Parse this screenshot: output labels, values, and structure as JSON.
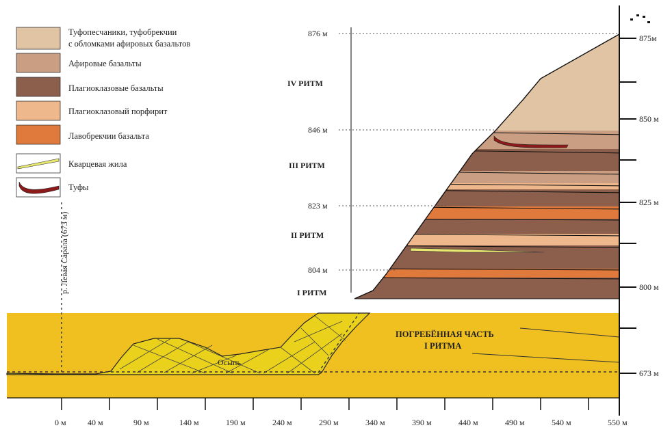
{
  "legend": [
    {
      "key": "tuff-sandstone",
      "lines": [
        "Туфопесчаники, туфобрекчии",
        "с обломками афировых базальтов"
      ],
      "color": "#e0c4a4"
    },
    {
      "key": "aphyric",
      "lines": [
        "Афировые базальты"
      ],
      "color": "#c99e83"
    },
    {
      "key": "plagioclase",
      "lines": [
        "Плагиоклазовые базальты"
      ],
      "color": "#8c5e4c"
    },
    {
      "key": "porphyrite",
      "lines": [
        "Плагиоклазовый порфирит"
      ],
      "color": "#efb88c"
    },
    {
      "key": "lava-breccia",
      "lines": [
        "Лавобрекчии базальта"
      ],
      "color": "#e07a3c"
    },
    {
      "key": "quartz-vein",
      "lines": [
        "Кварцевая жила"
      ],
      "color": "#e8e870"
    },
    {
      "key": "tuff",
      "lines": [
        "Туфы"
      ],
      "color": "#8c1a1a"
    }
  ],
  "depth_labels": [
    "876 м",
    "846 м",
    "823 м",
    "804 м"
  ],
  "rhythms": [
    "IV РИТМ",
    "III РИТМ",
    "II РИТМ",
    "I РИТМ"
  ],
  "elevation_labels": [
    "875м",
    "850 м",
    "825 м",
    "800 м",
    "673 м"
  ],
  "river_label": "р. Левая Сарала (673 м)",
  "scree_label": "Осыпь",
  "buried_label": [
    "ПОГРЕБЁННАЯ ЧАСТЬ",
    "I РИТМА"
  ],
  "x_axis_labels": [
    "0 м",
    "40 м",
    "90 м",
    "140 м",
    "190 м",
    "240 м",
    "290 м",
    "340 м",
    "390 м",
    "440 м",
    "490 м",
    "540 м",
    "550 м"
  ],
  "colors": {
    "buried": "#f0c020",
    "scree": "#ead21c",
    "tuff_sandstone": "#e0c4a4",
    "aphyric": "#c99e83",
    "plagioclase": "#8c5e4c",
    "porphyrite": "#efb88c",
    "lava_breccia": "#e07a3c",
    "quartz": "#e8e870",
    "tuff": "#8c1a1a"
  }
}
